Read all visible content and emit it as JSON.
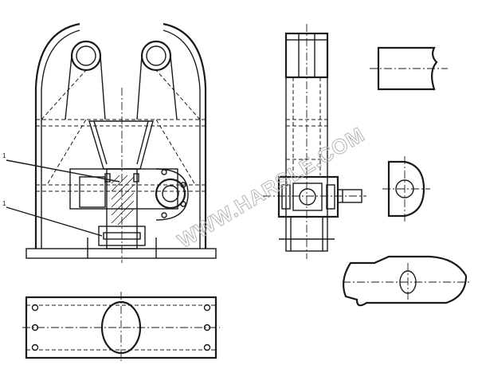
{
  "labels": {
    "callout_top": "1",
    "callout_bottom": "1"
  },
  "watermark": {
    "text": "WWW.HARSLE.COM"
  },
  "colors": {
    "line": "#1a1a1a",
    "background": "#ffffff",
    "watermark": "#b5b5b5"
  }
}
